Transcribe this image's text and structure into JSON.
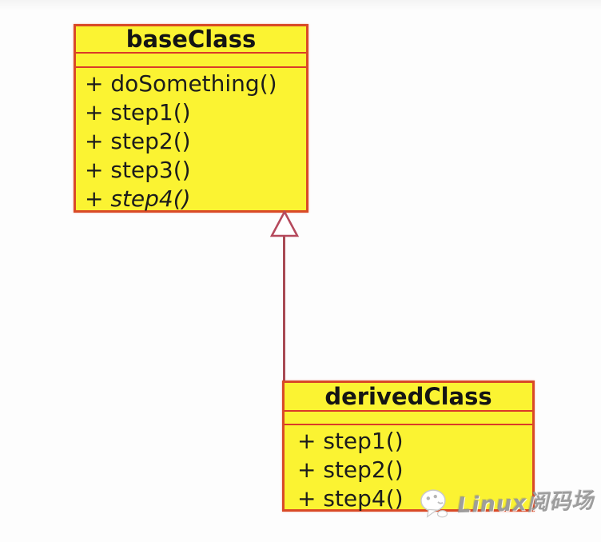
{
  "diagram": {
    "type": "uml-class-diagram",
    "palette": {
      "background": "#fbfbfb",
      "class_fill": "#fbf332",
      "class_border": "#d94a27",
      "separator_line": "#da3a28",
      "connector": "#a84a54",
      "title_text": "#141414",
      "method_text": "#1c1c1c",
      "watermark_text_color": "#969696"
    },
    "base_class": {
      "name": "baseClass",
      "attributes": [],
      "methods": [
        {
          "text": "+ doSomething()",
          "abstract": false
        },
        {
          "text": "+ step1()",
          "abstract": false
        },
        {
          "text": "+ step2()",
          "abstract": false
        },
        {
          "text": "+ step3()",
          "abstract": false
        },
        {
          "text": "+ step4()",
          "abstract": true
        }
      ]
    },
    "derived_class": {
      "name": "derivedClass",
      "attributes": [],
      "methods": [
        {
          "text": "+ step1()",
          "abstract": false
        },
        {
          "text": "+ step2()",
          "abstract": false
        },
        {
          "text": "+ step4()",
          "abstract": false
        }
      ]
    },
    "relationship": {
      "type": "generalization",
      "from": "derivedClass",
      "to": "baseClass",
      "marker": "hollow-triangle"
    },
    "watermark": {
      "text": "Linux阅码场",
      "icon": "speech-bubble-logo"
    }
  }
}
